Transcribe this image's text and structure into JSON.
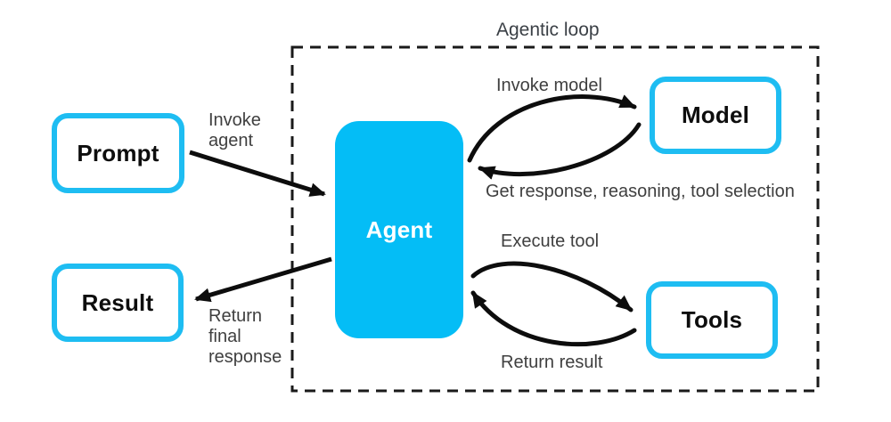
{
  "diagram": {
    "title": "Agentic loop",
    "nodes": {
      "prompt": "Prompt",
      "result": "Result",
      "agent": "Agent",
      "model": "Model",
      "tools": "Tools"
    },
    "edge_labels": {
      "invoke_agent": "Invoke\nagent",
      "return_final_response": "Return\nfinal\nresponse",
      "invoke_model": "Invoke model",
      "get_response": "Get response, reasoning, tool selection",
      "execute_tool": "Execute tool",
      "return_result": "Return result"
    },
    "colors": {
      "accent_cyan": "#1ebdf2",
      "agent_fill": "#04bdf6",
      "arrow_black": "#0d0d0d",
      "label_gray": "#3f3f3f",
      "frame_black": "#1a1a1a",
      "background": "#ffffff"
    }
  }
}
